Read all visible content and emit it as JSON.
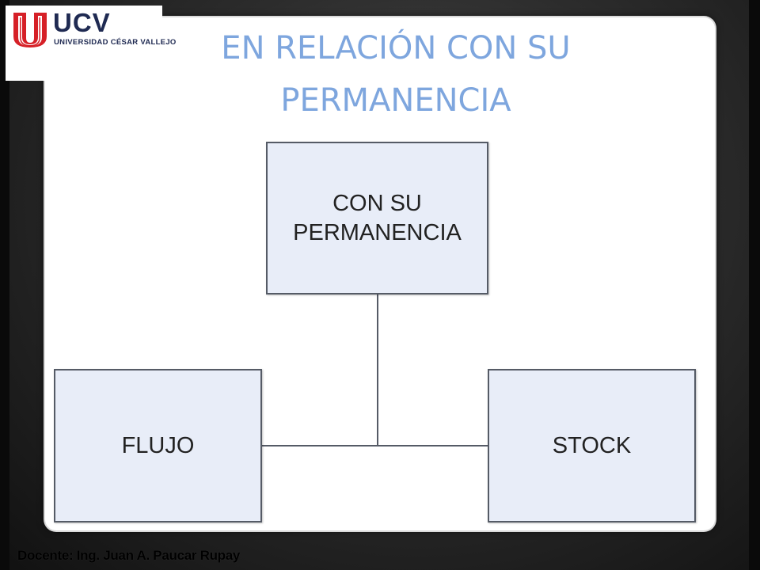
{
  "logo": {
    "mark_name": "ucv-shield-icon",
    "wordmark": "UCV",
    "university": "UNIVERSIDAD CÉSAR VALLEJO",
    "colors": {
      "red": "#d62027",
      "navy": "#1f2a52"
    }
  },
  "slide": {
    "title": "EN RELACIÓN CON SU PERMANENCIA",
    "title_color": "#7ea6de"
  },
  "diagram": {
    "root": {
      "label": "CON SU\nPERMANENCIA"
    },
    "children": [
      {
        "label": "FLUJO"
      },
      {
        "label": "STOCK"
      }
    ],
    "node_fill": "#e8edf8",
    "node_border": "#555b66",
    "connector_color": "#555b66"
  },
  "footer": {
    "text": "Docente: Ing. Juan A. Paucar Rupay"
  }
}
